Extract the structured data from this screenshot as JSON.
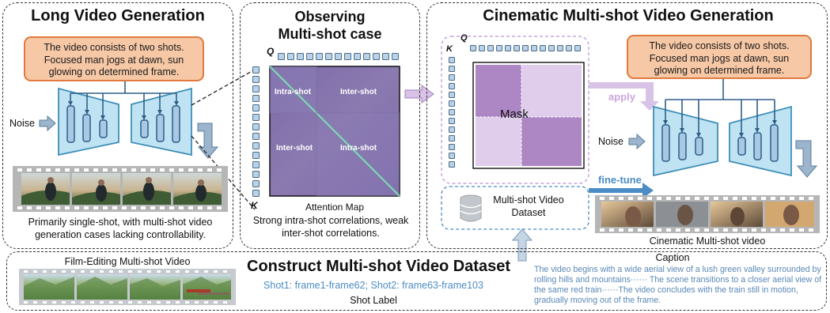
{
  "left_panel": {
    "title": "Long Video Generation",
    "prompt": "The video consists of two shots. Focused man jogs at dawn, sun glowing on determined frame.",
    "noise_label": "Noise",
    "caption": "Primarily single-shot, with multi-shot video generation cases lacking controllability."
  },
  "middle_panel": {
    "title_line1": "Observing",
    "title_line2": "Multi-shot case",
    "q_label": "Q",
    "k_label": "K",
    "quadrants": [
      "Intra-shot",
      "Inter-shot",
      "Inter-shot",
      "Intra-shot"
    ],
    "map_label": "Attention Map",
    "caption": "Strong intra-shot correlations, weak inter-shot correlations."
  },
  "right_panel": {
    "title": "Cinematic Multi-shot Video Generation",
    "q_label": "Q",
    "k_label": "K",
    "mask_label": "Mask",
    "apply_label": "apply",
    "prompt": "The video consists of two shots. Focused man jogs at dawn, sun glowing on determined frame.",
    "noise_label": "Noise",
    "finetune_label": "fine-tune",
    "dataset_label": "Multi-shot Video Dataset",
    "output_label": "Cinematic Multi-shot video"
  },
  "bottom_panel": {
    "title": "Construct Multi-shot Video Dataset",
    "film_label": "Film-Editing Multi-shot Video",
    "shot_info": "Shot1: frame1-frame62; Shot2: frame63-frame103",
    "shot_label": "Shot Label",
    "caption_title": "Caption",
    "caption_text": "The video begins with a wide aerial view of a lush green valley surrounded by rolling hills and mountains······ The scene transitions to a closer aerial view of the same red train······The video concludes with the train still in motion, gradually moving out of the frame."
  },
  "colors": {
    "net_fill": "#bfe3f3",
    "net_stroke": "#3f8fb8",
    "arrow_gray_blue": "#9cb4cc",
    "dark_blue": "#2e5f87",
    "prompt_fill": "#f6c8a6",
    "prompt_border": "#e07a3e",
    "mask_dark": "#a87fc0",
    "mask_light": "#e0cdec",
    "apply_color": "#c9a6dc",
    "finetune_color": "#4c8cc4",
    "caption_blue": "#5a88b6"
  }
}
